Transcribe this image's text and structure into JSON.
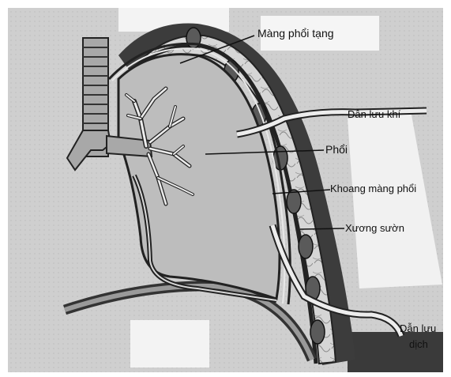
{
  "diagram": {
    "labels": {
      "visceral_pleura": "Màng phổi tạng",
      "air_drain": "Dẫn lưu khí",
      "lung": "Phổi",
      "pleural_space": "Khoang màng phổi",
      "rib": "Xương sườn",
      "fluid_drain_line1": "Dẫn lưu",
      "fluid_drain_line2": "dịch"
    }
  }
}
